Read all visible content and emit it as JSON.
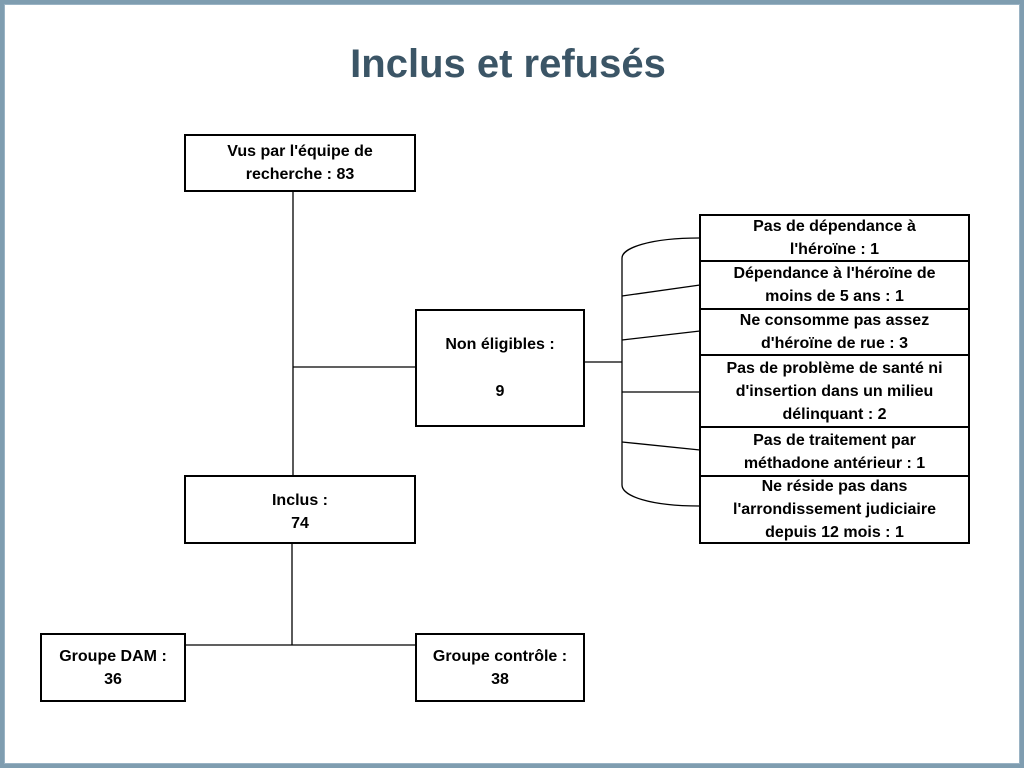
{
  "title": "Inclus et refusés",
  "boxes": {
    "seen": {
      "line1": "Vus par l'équipe de",
      "line2": "recherche : 83"
    },
    "non_eligible": {
      "label": "Non éligibles :",
      "count": "9"
    },
    "included": {
      "label": "Inclus :",
      "count": "74"
    },
    "dam_group": {
      "label": "Groupe DAM :",
      "count": "36"
    },
    "control_group": {
      "label": "Groupe contrôle :",
      "count": "38"
    }
  },
  "reasons": [
    {
      "line1": "Pas de dépendance à",
      "line2": "l'héroïne : 1"
    },
    {
      "line1": "Dépendance à l'héroïne de",
      "line2": "moins de 5 ans : 1"
    },
    {
      "line1": "Ne consomme pas assez",
      "line2": "d'héroïne de rue : 3"
    },
    {
      "line1": "Pas de problème de santé ni",
      "line2": "d'insertion dans un milieu",
      "line3": "délinquant : 2"
    },
    {
      "line1": "Pas de traitement par",
      "line2": "méthadone antérieur : 1"
    },
    {
      "line1": "Ne réside pas dans",
      "line2": "l'arrondissement judiciaire",
      "line3": "depuis 12 mois : 1"
    }
  ]
}
